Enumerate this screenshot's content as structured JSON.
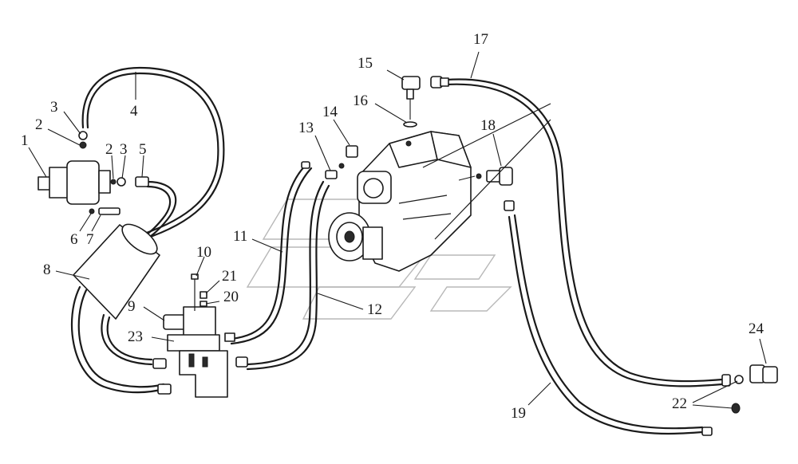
{
  "diagram": {
    "callouts": [
      {
        "id": "c1",
        "label": "1"
      },
      {
        "id": "c2a",
        "label": "2"
      },
      {
        "id": "c3a",
        "label": "3"
      },
      {
        "id": "c4",
        "label": "4"
      },
      {
        "id": "c2b",
        "label": "2"
      },
      {
        "id": "c3b",
        "label": "3"
      },
      {
        "id": "c5",
        "label": "5"
      },
      {
        "id": "c6",
        "label": "6"
      },
      {
        "id": "c7",
        "label": "7"
      },
      {
        "id": "c8",
        "label": "8"
      },
      {
        "id": "c9",
        "label": "9"
      },
      {
        "id": "c10",
        "label": "10"
      },
      {
        "id": "c21",
        "label": "21"
      },
      {
        "id": "c20",
        "label": "20"
      },
      {
        "id": "c23",
        "label": "23"
      },
      {
        "id": "c11",
        "label": "11"
      },
      {
        "id": "c12",
        "label": "12"
      },
      {
        "id": "c13",
        "label": "13"
      },
      {
        "id": "c14",
        "label": "14"
      },
      {
        "id": "c15",
        "label": "15"
      },
      {
        "id": "c16",
        "label": "16"
      },
      {
        "id": "c17",
        "label": "17"
      },
      {
        "id": "c18",
        "label": "18"
      },
      {
        "id": "c19",
        "label": "19"
      },
      {
        "id": "c22",
        "label": "22"
      },
      {
        "id": "c24",
        "label": "24"
      }
    ]
  }
}
